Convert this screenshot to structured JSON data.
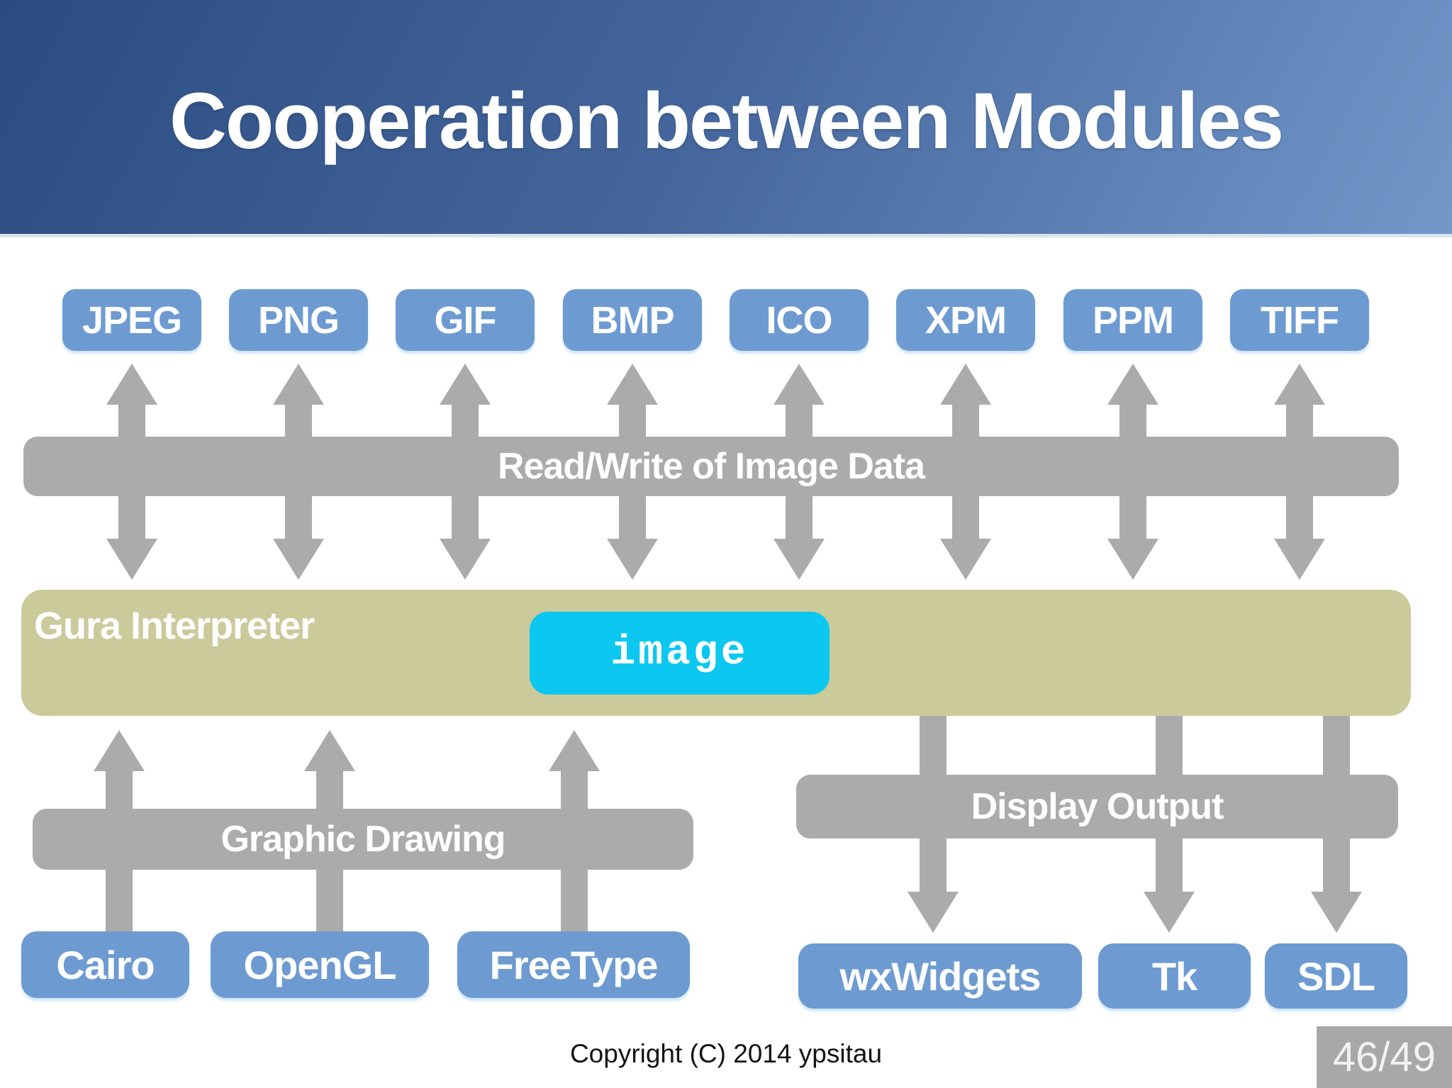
{
  "title": "Cooperation between Modules",
  "formats": [
    "JPEG",
    "PNG",
    "GIF",
    "BMP",
    "ICO",
    "XPM",
    "PPM",
    "TIFF"
  ],
  "io_bar_label": "Read/Write of Image Data",
  "interpreter": {
    "label": "Gura Interpreter",
    "module": "image"
  },
  "drawing": {
    "bar_label": "Graphic Drawing",
    "libs": [
      "Cairo",
      "OpenGL",
      "FreeType"
    ]
  },
  "display": {
    "bar_label": "Display Output",
    "libs": [
      "wxWidgets",
      "Tk",
      "SDL"
    ]
  },
  "footer": {
    "copyright": "Copyright (C) 2014 ypsitau",
    "page": "46/49"
  },
  "colors": {
    "accent_blue": "#6d9bd1",
    "bar_gray": "#ababab",
    "interpreter_olive": "#cbca9b",
    "module_cyan": "#0cc8f0",
    "header_dark": "#2b4c80",
    "header_light": "#7298ca"
  }
}
